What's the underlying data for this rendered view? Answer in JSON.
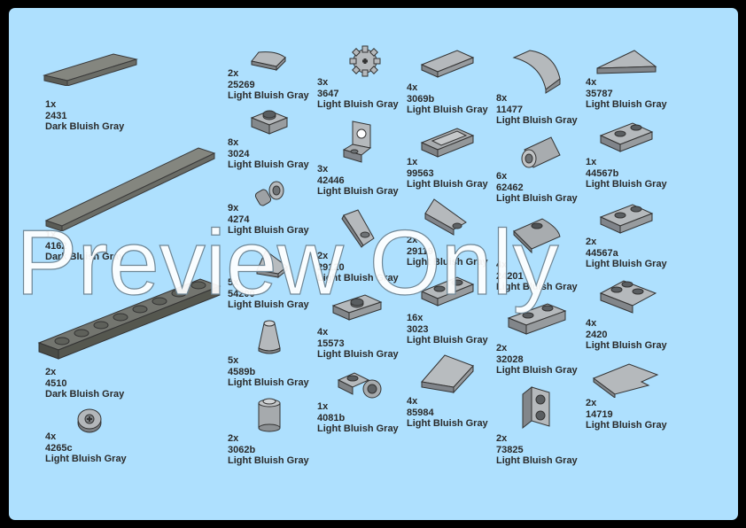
{
  "parts": [
    {
      "id": "p2431",
      "qty": "1x",
      "number": "2431",
      "color": "Dark Bluish Gray"
    },
    {
      "id": "p4162",
      "qty": "1x",
      "number": "4162",
      "color": "Dark Bluish Gray"
    },
    {
      "id": "p4510",
      "qty": "2x",
      "number": "4510",
      "color": "Dark Bluish Gray"
    },
    {
      "id": "p4265c",
      "qty": "4x",
      "number": "4265c",
      "color": "Light Bluish Gray"
    },
    {
      "id": "p25269",
      "qty": "2x",
      "number": "25269",
      "color": "Light Bluish Gray"
    },
    {
      "id": "p3024",
      "qty": "8x",
      "number": "3024",
      "color": "Light Bluish Gray"
    },
    {
      "id": "p4274",
      "qty": "9x",
      "number": "4274",
      "color": "Light Bluish Gray"
    },
    {
      "id": "p54200",
      "qty": "5x",
      "number": "54200",
      "color": "Light Bluish Gray"
    },
    {
      "id": "p4589b",
      "qty": "5x",
      "number": "4589b",
      "color": "Light Bluish Gray"
    },
    {
      "id": "p3062b",
      "qty": "2x",
      "number": "3062b",
      "color": "Light Bluish Gray"
    },
    {
      "id": "p3647",
      "qty": "3x",
      "number": "3647",
      "color": "Light Bluish Gray"
    },
    {
      "id": "p42446",
      "qty": "3x",
      "number": "42446",
      "color": "Light Bluish Gray"
    },
    {
      "id": "p29120",
      "qty": "2x",
      "number": "29120",
      "color": "Light Bluish Gray"
    },
    {
      "id": "p15573",
      "qty": "4x",
      "number": "15573",
      "color": "Light Bluish Gray"
    },
    {
      "id": "p4081b",
      "qty": "1x",
      "number": "4081b",
      "color": "Light Bluish Gray"
    },
    {
      "id": "p3069b",
      "qty": "4x",
      "number": "3069b",
      "color": "Light Bluish Gray"
    },
    {
      "id": "p99563",
      "qty": "1x",
      "number": "99563",
      "color": "Light Bluish Gray"
    },
    {
      "id": "p29119",
      "qty": "2x",
      "number": "29119",
      "color": "Light Bluish Gray"
    },
    {
      "id": "p3023",
      "qty": "16x",
      "number": "3023",
      "color": "Light Bluish Gray"
    },
    {
      "id": "p85984",
      "qty": "4x",
      "number": "85984",
      "color": "Light Bluish Gray"
    },
    {
      "id": "p11477",
      "qty": "8x",
      "number": "11477",
      "color": "Light Bluish Gray"
    },
    {
      "id": "p62462",
      "qty": "6x",
      "number": "62462",
      "color": "Light Bluish Gray"
    },
    {
      "id": "p24201",
      "qty": "4x",
      "number": "24201",
      "color": "Light Bluish Gray"
    },
    {
      "id": "p32028",
      "qty": "2x",
      "number": "32028",
      "color": "Light Bluish Gray"
    },
    {
      "id": "p73825",
      "qty": "2x",
      "number": "73825",
      "color": "Light Bluish Gray"
    },
    {
      "id": "p35787",
      "qty": "4x",
      "number": "35787",
      "color": "Light Bluish Gray"
    },
    {
      "id": "p44567b",
      "qty": "1x",
      "number": "44567b",
      "color": "Light Bluish Gray"
    },
    {
      "id": "p44567a",
      "qty": "2x",
      "number": "44567a",
      "color": "Light Bluish Gray"
    },
    {
      "id": "p2420",
      "qty": "4x",
      "number": "2420",
      "color": "Light Bluish Gray"
    },
    {
      "id": "p14719",
      "qty": "2x",
      "number": "14719",
      "color": "Light Bluish Gray"
    }
  ],
  "watermark": "Preview Only",
  "colors": {
    "page_bg": "#aee0fe",
    "frame": "#000000",
    "dark_bluish_gray": "#6c6e68",
    "light_bluish_gray": "#a0a5a9"
  }
}
